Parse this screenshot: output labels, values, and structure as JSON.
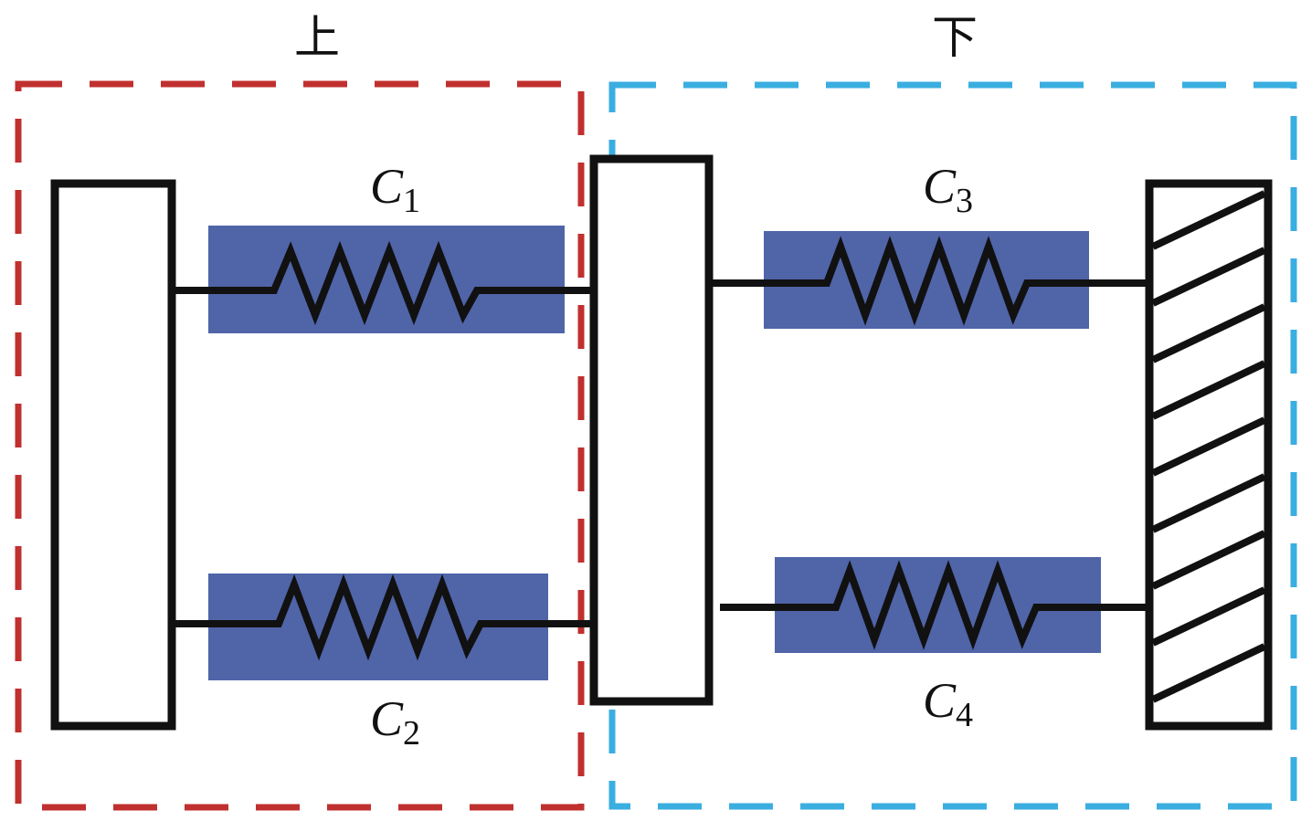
{
  "groups": {
    "upper": {
      "label": "上",
      "color": "#c0302f"
    },
    "lower": {
      "label": "下",
      "color": "#3aaee0"
    }
  },
  "springs": [
    {
      "letter": "C",
      "index": "1"
    },
    {
      "letter": "C",
      "index": "2"
    },
    {
      "letter": "C",
      "index": "3"
    },
    {
      "letter": "C",
      "index": "4"
    }
  ],
  "colors": {
    "spring_box": "#5064a8",
    "stroke": "#111111"
  }
}
